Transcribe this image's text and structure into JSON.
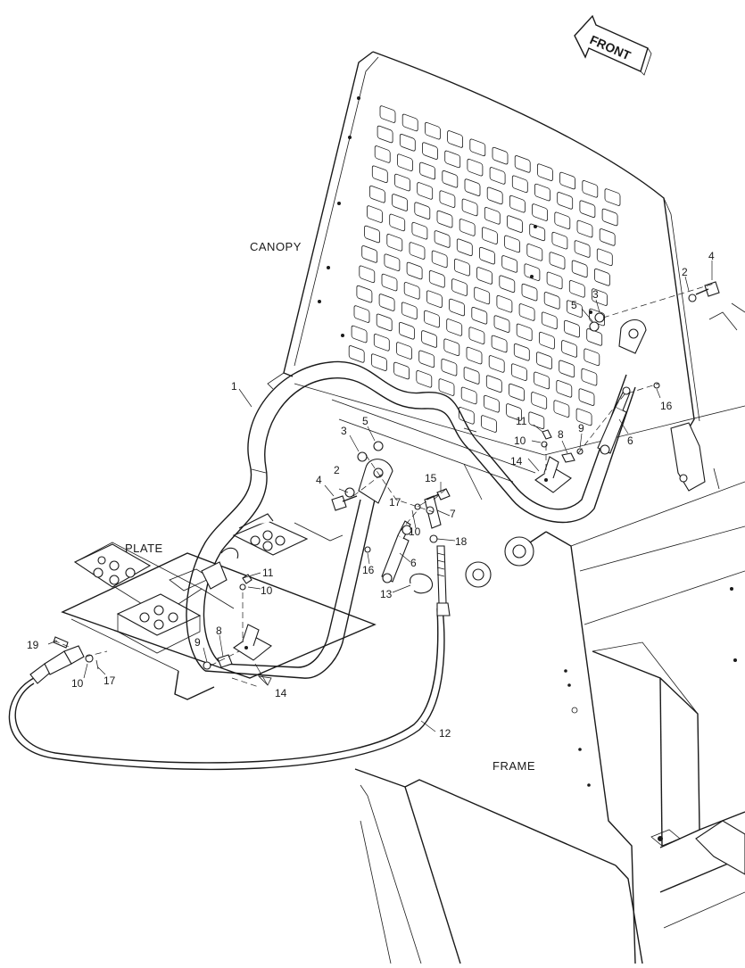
{
  "direction_arrow": {
    "label": "FRONT"
  },
  "area_labels": {
    "canopy": "CANOPY",
    "plate": "PLATE",
    "frame": "FRAME"
  },
  "callouts": [
    "1",
    "2",
    "3",
    "4",
    "5",
    "6",
    "7",
    "8",
    "9",
    "10",
    "11",
    "12",
    "13",
    "14",
    "15",
    "16",
    "17",
    "18",
    "19"
  ],
  "colors": {
    "line": "#1a1a1a",
    "background": "#ffffff"
  }
}
